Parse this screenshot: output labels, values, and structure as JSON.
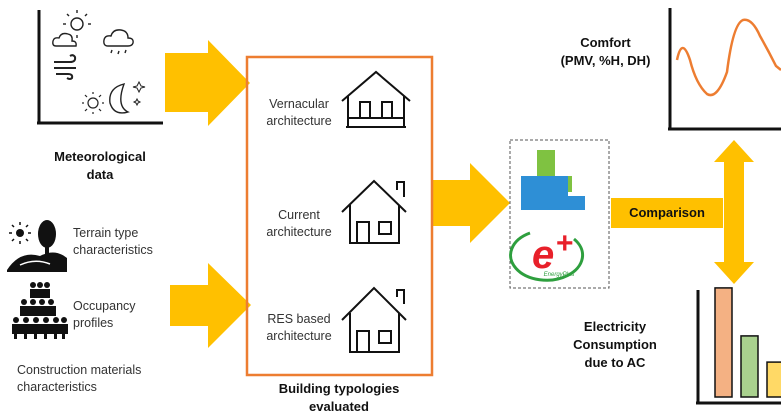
{
  "inputs": {
    "meteorological": "Meteorological data",
    "terrain": "Terrain type characteristics",
    "occupancy": "Occupancy profiles",
    "materials": "Construction materials characteristics"
  },
  "typologies": {
    "vernacular": "Vernacular architecture",
    "current": "Current architecture",
    "res": "RES based architecture",
    "caption": "Building typologies evaluated"
  },
  "outputs": {
    "comfort_title": "Comfort",
    "comfort_sub": "(PMV, %H, DH)",
    "comparison": "Comparison",
    "electricity": "Electricity Consumption due to AC"
  },
  "software": {
    "energyplus_tag": "EnergyPlus"
  },
  "colors": {
    "arrow": "#ffc000",
    "box_border": "#ed7d31",
    "comfort_line": "#ed7d31",
    "bar1": "#f4b183",
    "bar2": "#a9d18e",
    "bar3": "#ffd966",
    "openstudio_green": "#7fc241",
    "openstudio_blue": "#2e8fd6",
    "energyplus_red": "#e8202a",
    "energyplus_green": "#2e9f3e"
  },
  "chart_data": {
    "type": "bar",
    "categories": [
      "",
      "",
      ""
    ],
    "values": [
      100,
      56,
      32
    ],
    "ylim": [
      0,
      110
    ]
  }
}
